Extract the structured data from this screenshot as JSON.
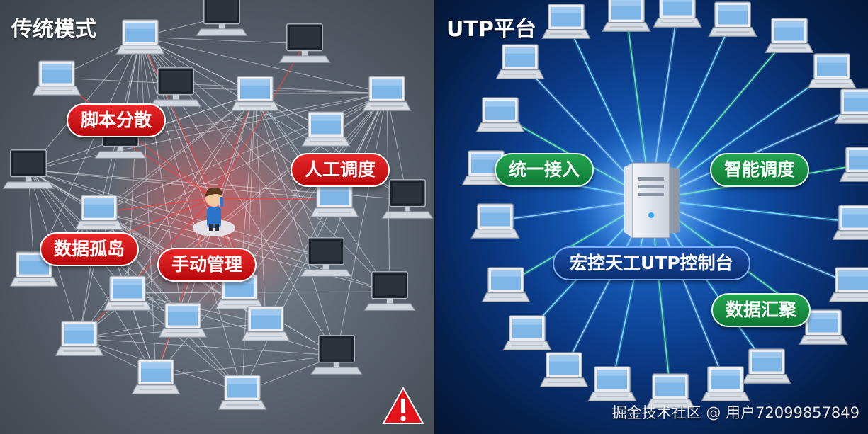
{
  "left_panel": {
    "title": "传统模式",
    "labels": {
      "script": "脚本分散",
      "manual_dispatch": "人工调度",
      "data_island": "数据孤岛",
      "manual_management": "手动管理"
    },
    "colors": {
      "label_bg": "#d0121a",
      "link_red": "#e23b3b"
    },
    "icons": [
      "laptop-icon",
      "monitor-icon",
      "person-icon",
      "warning-icon"
    ]
  },
  "right_panel": {
    "title": "UTP平台",
    "labels": {
      "unified_access": "统一接入",
      "smart_dispatch": "智能调度",
      "console": "宏控天工UTP控制台",
      "data_aggregation": "数据汇聚"
    },
    "colors": {
      "label_bg": "#1a9a47",
      "console_bg": "#0b2e6e",
      "ray": "#7de3ff"
    },
    "icons": [
      "laptop-icon",
      "server-icon"
    ]
  },
  "watermark": "掘金技术社区 @ 用户72099857849"
}
